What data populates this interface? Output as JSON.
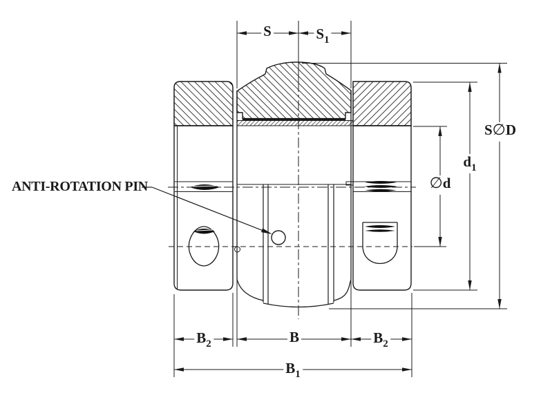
{
  "drawing": {
    "annotation": "ANTI-ROTATION PIN",
    "dimensions": {
      "s": {
        "pre": "S",
        "sym": "",
        "post": "",
        "sub": ""
      },
      "s1": {
        "pre": "S",
        "sym": "",
        "post": "",
        "sub": "1"
      },
      "sphere_od": {
        "pre": "S",
        "sym": "∅",
        "post": "D",
        "sub": ""
      },
      "d1": {
        "pre": "d",
        "sym": "",
        "post": "",
        "sub": "1"
      },
      "bore_d": {
        "pre": "",
        "sym": "∅",
        "post": "d",
        "sub": ""
      },
      "b2_left": {
        "pre": "B",
        "sym": "",
        "post": "",
        "sub": "2"
      },
      "b": {
        "pre": "B",
        "sym": "",
        "post": "",
        "sub": ""
      },
      "b2_right": {
        "pre": "B",
        "sym": "",
        "post": "",
        "sub": "2"
      },
      "b1": {
        "pre": "B",
        "sym": "",
        "post": "",
        "sub": "1"
      }
    },
    "colors": {
      "ink": "#1a1a1a",
      "paper": "#ffffff"
    }
  }
}
